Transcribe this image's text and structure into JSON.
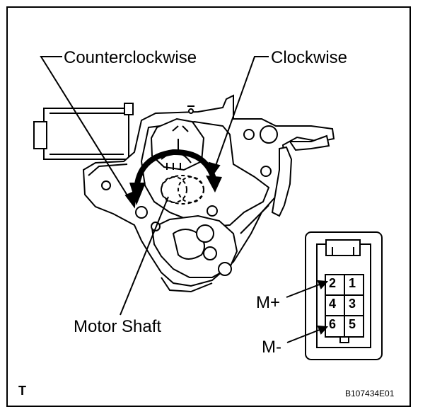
{
  "labels": {
    "counterclockwise": "Counterclockwise",
    "clockwise": "Clockwise",
    "motor_shaft": "Motor Shaft",
    "m_plus": "M+",
    "m_minus": "M-",
    "corner_letter": "T",
    "figure_code": "B107434E01"
  },
  "connector": {
    "pins": [
      "2",
      "1",
      "4",
      "3",
      "6",
      "5"
    ]
  },
  "colors": {
    "line": "#000000",
    "background": "#ffffff",
    "shade": "#d9d9d9"
  }
}
